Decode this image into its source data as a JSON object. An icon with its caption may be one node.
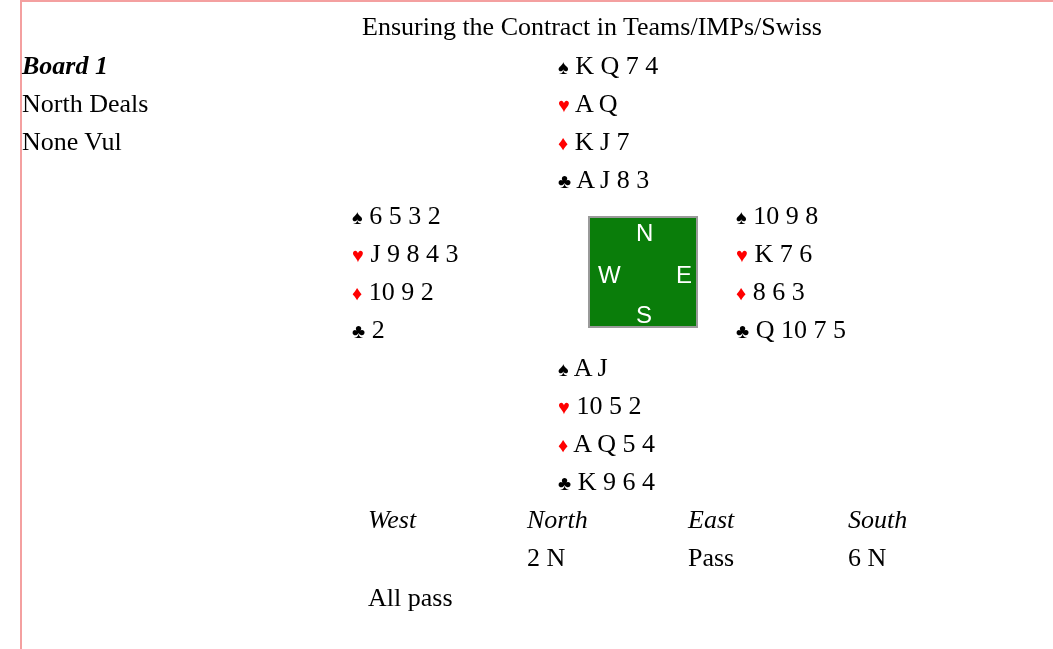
{
  "diagram": {
    "title": "Ensuring the Contract in Teams/IMPs/Swiss",
    "nodes": [
      {
        "text": [
          "N",
          "W",
          "E",
          "S"
        ]
      }
    ],
    "labels": [
      "Board 1",
      "North Deals",
      "None Vul",
      "♠ K Q 7 4",
      "♥ A Q",
      "♦ K J 7",
      "♣ A J 8 3",
      "♠ 6 5 3 2",
      "♠ 10 9 8",
      "♥ J 9 8 4 3",
      "♥ K 7 6",
      "♦ 10 9 2",
      "♦ 8 6 3",
      "♣ 2",
      "♣ Q 10 7 5",
      "♠ A J",
      "♥ 10 5 2",
      "♦ A Q 5 4",
      "♣ K 9 6 4",
      "West",
      "North",
      "East",
      "South",
      "2 N",
      "Pass",
      "6 N",
      "All pass"
    ]
  }
}
